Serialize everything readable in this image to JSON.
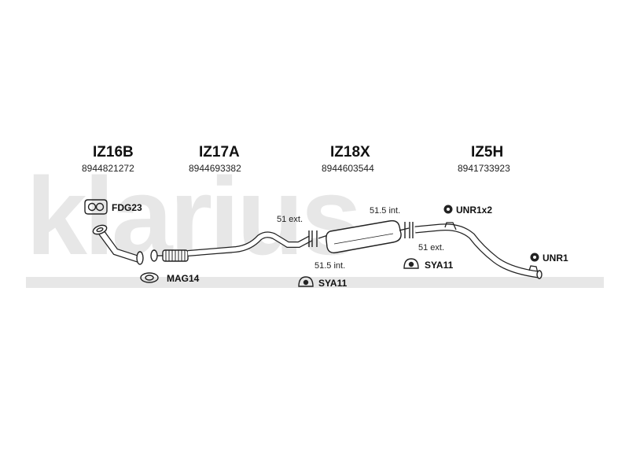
{
  "watermark": {
    "text": "klarius",
    "color": "#e7e7e7"
  },
  "sections": [
    {
      "code": "IZ16B",
      "part_number": "8944821272"
    },
    {
      "code": "IZ17A",
      "part_number": "8944693382"
    },
    {
      "code": "IZ18X",
      "part_number": "8944603544"
    },
    {
      "code": "IZ5H",
      "part_number": "8941733923"
    }
  ],
  "accessories": {
    "fdg23": "FDG23",
    "mag14": "MAG14",
    "sya11_center": "SYA11",
    "sya11_right": "SYA11",
    "unr1x2": "UNR1x2",
    "unr1": "UNR1"
  },
  "dimensions": {
    "ext_left": "51 ext.",
    "int_mid": "51.5 int.",
    "int_top": "51.5 int.",
    "ext_right": "51 ext."
  },
  "icons": [
    "flange-gasket-icon",
    "gasket-icon",
    "rubber-hanger-icon",
    "nut-icon"
  ]
}
